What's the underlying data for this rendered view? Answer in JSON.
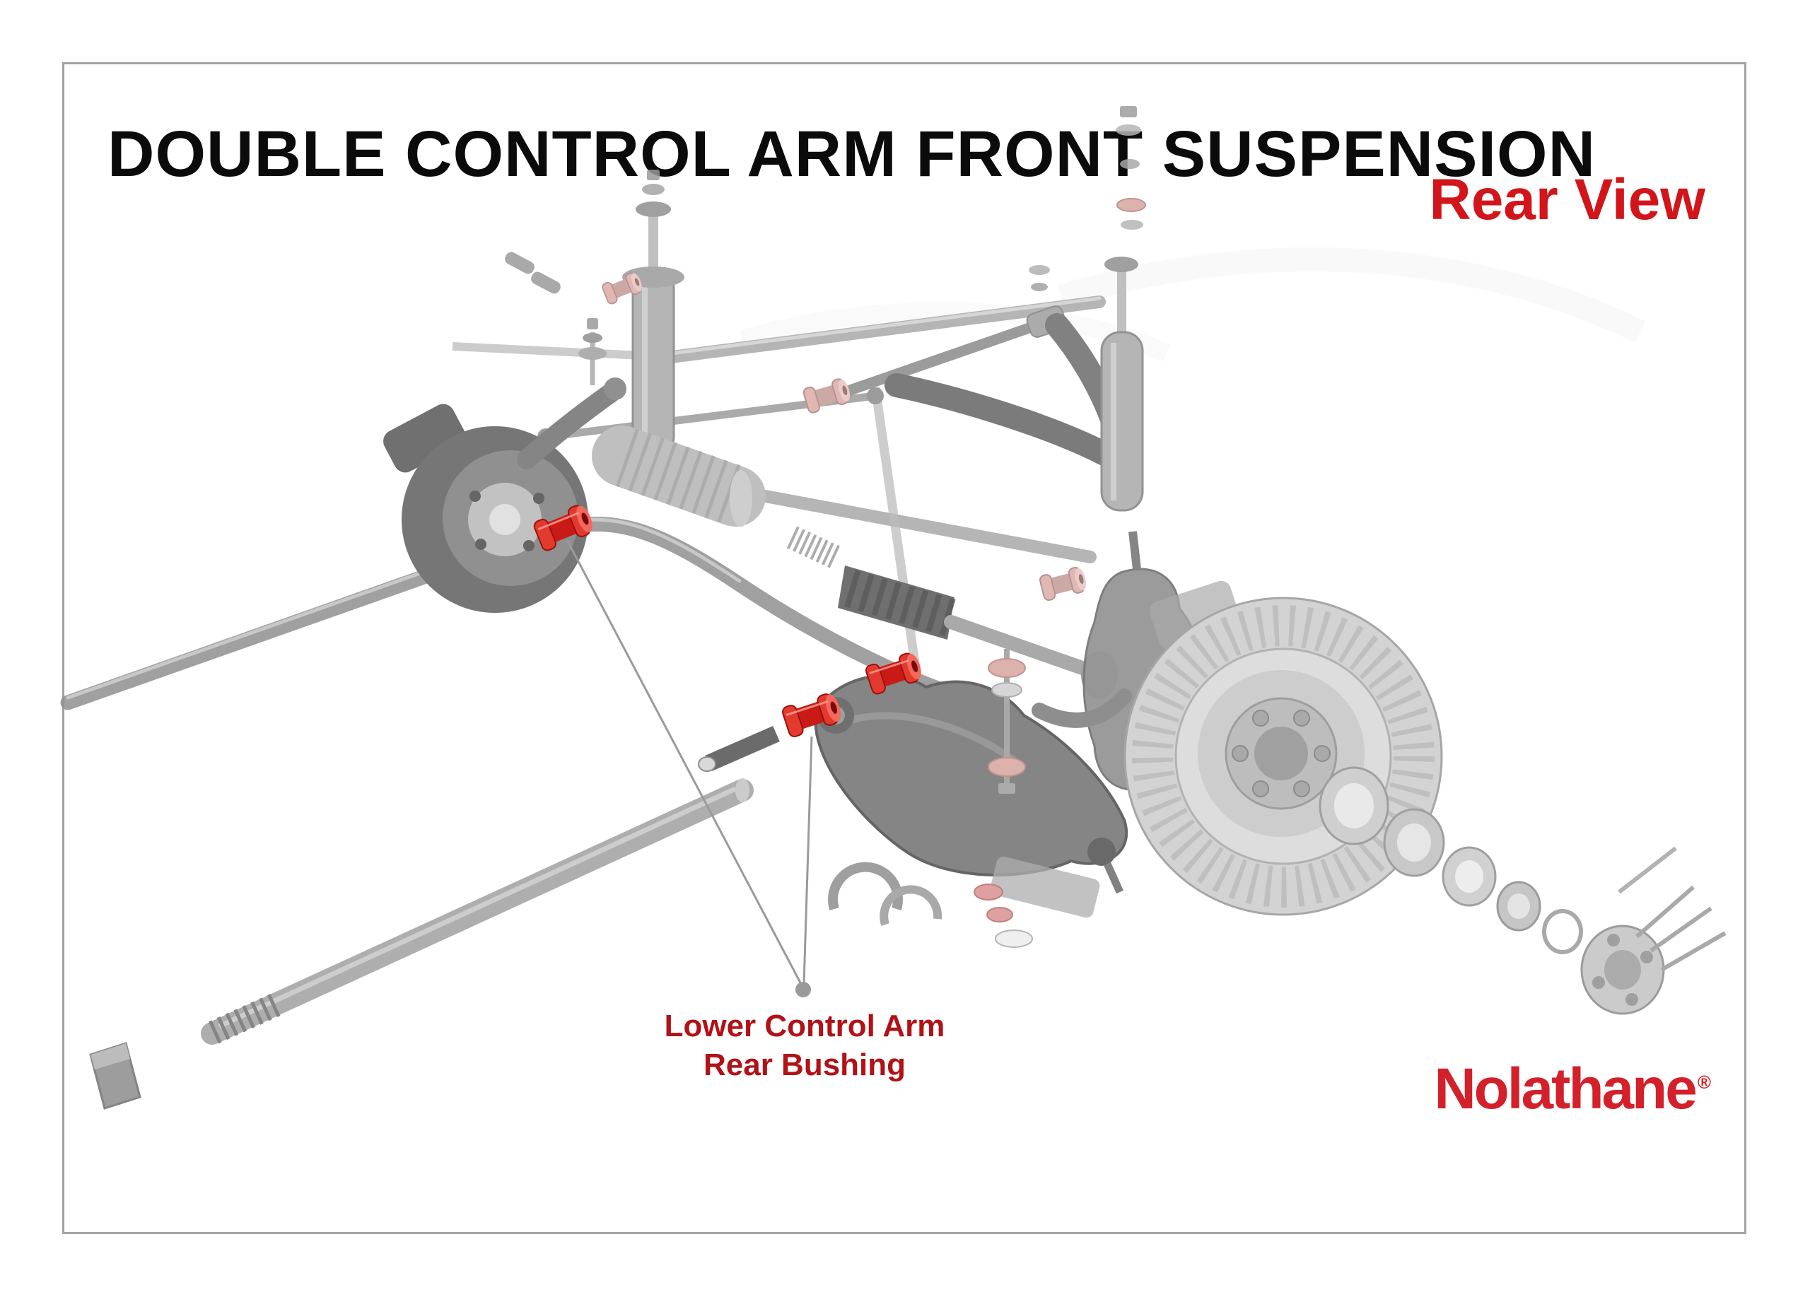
{
  "page": {
    "title": "DOUBLE CONTROL ARM FRONT SUSPENSION",
    "view_label": "Rear View"
  },
  "callout": {
    "line1": "Lower Control Arm",
    "line2": "Rear Bushing"
  },
  "brand": {
    "name": "Nolathane",
    "registered_mark": "®"
  },
  "colors": {
    "title_black": "#0b0b0b",
    "view_label_red": "#d2151b",
    "callout_red": "#b01217",
    "brand_red": "#d4202a",
    "highlight_bushing_red": "#e02a26",
    "faded_bushing_pink": "#dcaaa6",
    "ghost_gray": "#a6a6a6",
    "page_border_gray": "#a3a3a3"
  }
}
